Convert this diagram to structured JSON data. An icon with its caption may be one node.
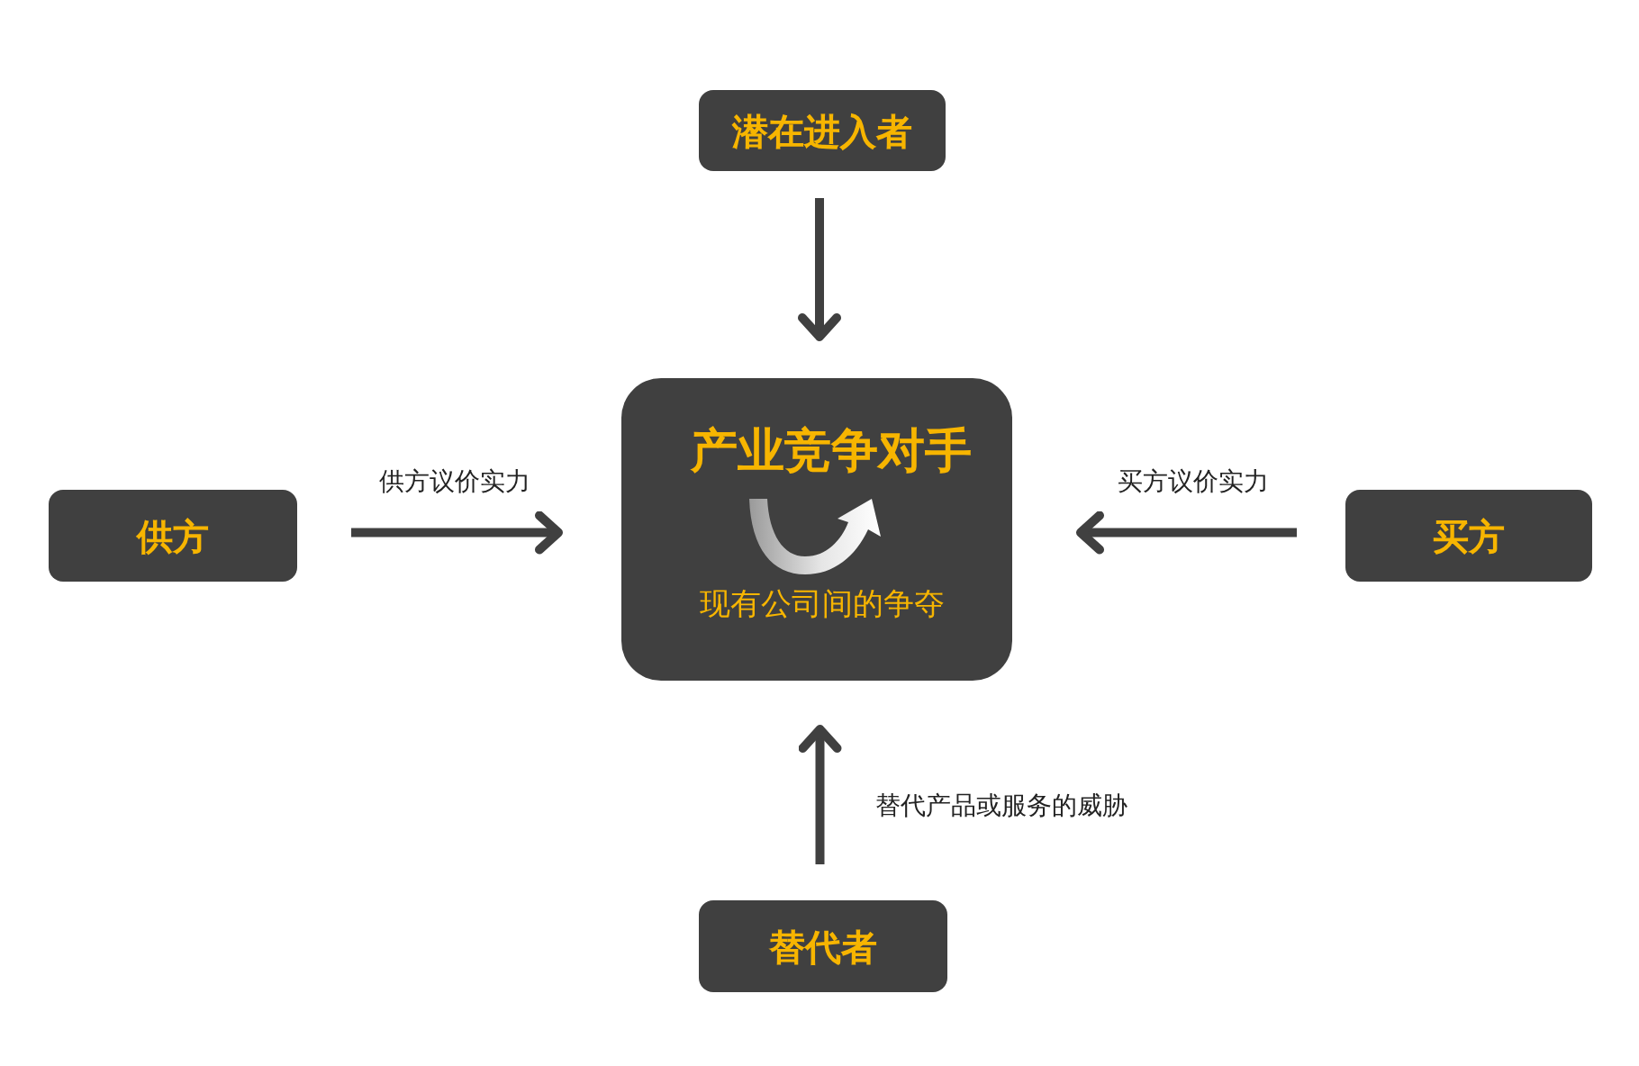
{
  "diagram": {
    "nodes": [
      {
        "text": [
          "潜在进入者"
        ]
      },
      {
        "text": [
          "供方"
        ]
      },
      {
        "text": [
          "产业竞争对手",
          "现有公司间的争夺"
        ]
      },
      {
        "text": [
          "买方"
        ]
      },
      {
        "text": [
          "替代者"
        ]
      }
    ],
    "edges": [
      {
        "from": 0,
        "to": 2,
        "arrow": "to"
      },
      {
        "from": 1,
        "to": 2,
        "arrow": "to",
        "label": "供方议价实力"
      },
      {
        "from": 3,
        "to": 2,
        "arrow": "to",
        "label": "买方议价实力"
      },
      {
        "from": 4,
        "to": 2,
        "arrow": "to",
        "label": "替代产品或服务的威胁"
      }
    ]
  }
}
